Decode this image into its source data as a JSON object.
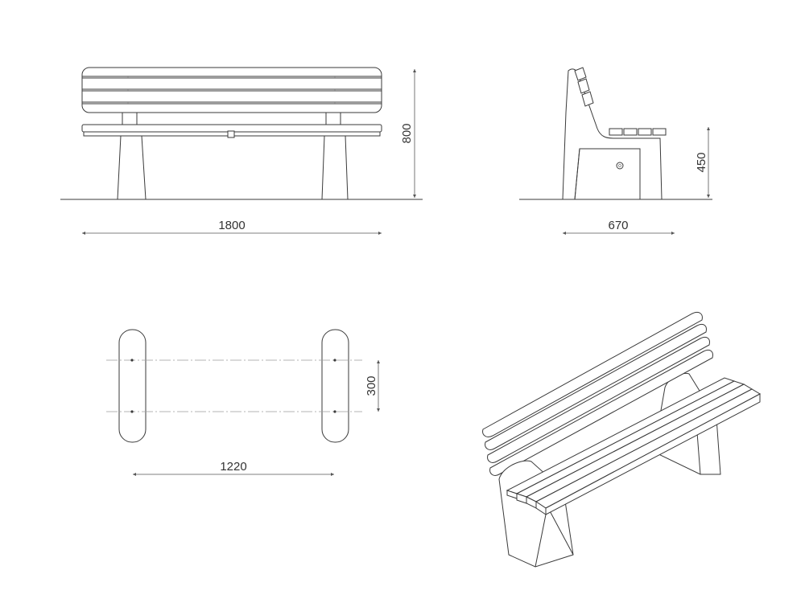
{
  "drawing": {
    "views": [
      {
        "name": "front-elevation",
        "dimension_label": "1800",
        "height_label": "800"
      },
      {
        "name": "side-elevation",
        "dimension_label": "670",
        "height_label": "450"
      },
      {
        "name": "plan-view",
        "dimension_label": "1220",
        "depth_label": "300"
      },
      {
        "name": "isometric-view"
      }
    ]
  },
  "colors": {
    "line": "#3a3a3a",
    "dimension": "#555555",
    "centerline": "#9a9a9a",
    "background": "#ffffff"
  }
}
